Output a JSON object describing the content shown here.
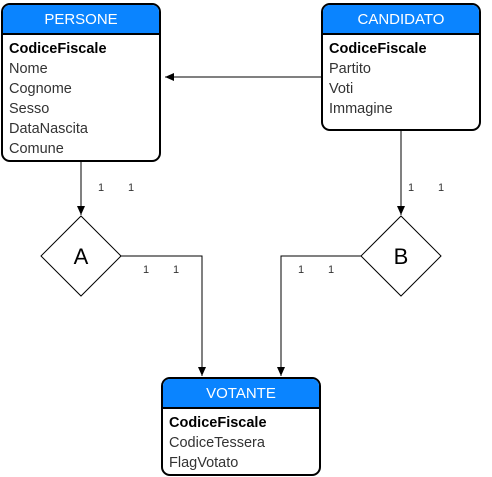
{
  "colors": {
    "header": "#0a84ff",
    "border": "#000000"
  },
  "entities": {
    "persone": {
      "title": "PERSONE",
      "attributes": [
        {
          "name": "CodiceFiscale",
          "key": true
        },
        {
          "name": "Nome",
          "key": false
        },
        {
          "name": "Cognome",
          "key": false
        },
        {
          "name": "Sesso",
          "key": false
        },
        {
          "name": "DataNascita",
          "key": false
        },
        {
          "name": "Comune",
          "key": false
        }
      ]
    },
    "candidato": {
      "title": "CANDIDATO",
      "attributes": [
        {
          "name": "CodiceFiscale",
          "key": true
        },
        {
          "name": "Partito",
          "key": false
        },
        {
          "name": "Voti",
          "key": false
        },
        {
          "name": "Immagine",
          "key": false
        }
      ]
    },
    "votante": {
      "title": "VOTANTE",
      "attributes": [
        {
          "name": "CodiceFiscale",
          "key": true
        },
        {
          "name": "CodiceTessera",
          "key": false
        },
        {
          "name": "FlagVotato",
          "key": false
        }
      ]
    }
  },
  "relationships": {
    "a": {
      "label": "A",
      "card_in": [
        "1",
        "1"
      ],
      "card_out": [
        "1",
        "1"
      ]
    },
    "b": {
      "label": "B",
      "card_in": [
        "1",
        "1"
      ],
      "card_out": [
        "1",
        "1"
      ]
    }
  }
}
